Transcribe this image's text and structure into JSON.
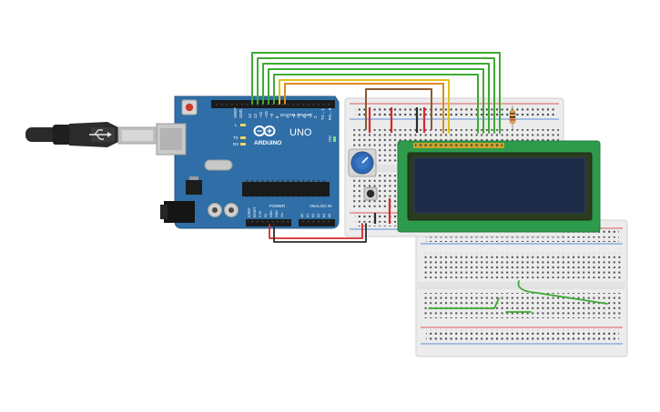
{
  "board": {
    "brand_text": "ARDUINO",
    "model_text": "UNO",
    "digital_label": "DIGITAL (PWM~)",
    "power_label": "POWER",
    "analog_label": "ANALOG IN",
    "tx_label": "TX",
    "rx_label": "RX",
    "l_label": "L",
    "on_label": "ON",
    "digital_pins": [
      "AREF",
      "GND",
      "13",
      "12",
      "~11",
      "~10",
      "~9",
      "8",
      "7",
      "~6",
      "~5",
      "4",
      "~3",
      "2",
      "TX→1",
      "RX←0"
    ],
    "power_pins": [
      "IOREF",
      "RESET",
      "3.3V",
      "5V",
      "GND",
      "GND",
      "Vin"
    ],
    "analog_pins": [
      "A0",
      "A1",
      "A2",
      "A3",
      "A4",
      "A5"
    ]
  },
  "colors": {
    "board": "#2f6ea6",
    "board_edge": "#265a8a",
    "breadboard": "#ececec",
    "lcd_pcb": "#2e9b4c",
    "lcd_screen": "#1c2a47",
    "wire_green": "#3dab33",
    "wire_orange": "#e08a1e",
    "wire_yellow": "#e2c11a",
    "wire_brown": "#8a5a32",
    "wire_red": "#d7282c",
    "wire_black": "#2b2b2b",
    "pot": "#2f68b4"
  },
  "icons": [
    "usb-cable-icon",
    "arduino-logo-icon",
    "potentiometer-icon",
    "pushbutton-icon",
    "resistor-icon",
    "lcd-icon"
  ]
}
